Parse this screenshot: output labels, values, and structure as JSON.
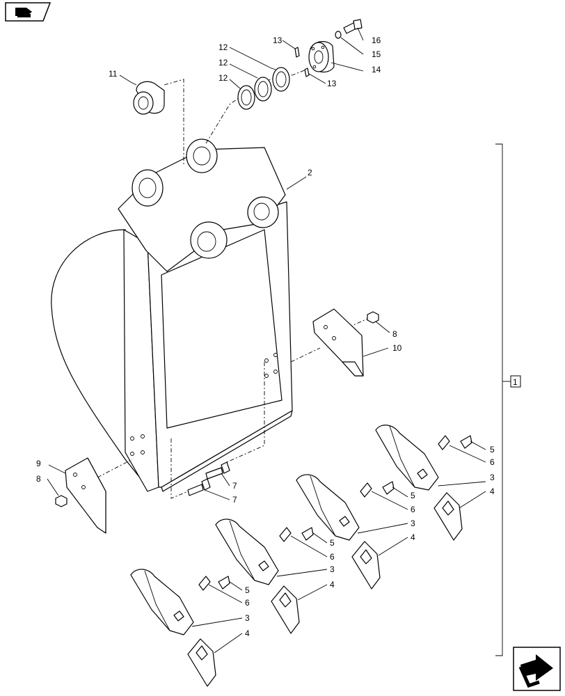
{
  "callouts": {
    "c1": "1",
    "c2": "2",
    "c3a": "3",
    "c3b": "3",
    "c3c": "3",
    "c3d": "3",
    "c4a": "4",
    "c4b": "4",
    "c4c": "4",
    "c4d": "4",
    "c5a": "5",
    "c5b": "5",
    "c5c": "5",
    "c5d": "5",
    "c6a": "6",
    "c6b": "6",
    "c6c": "6",
    "c6d": "6",
    "c7a": "7",
    "c7b": "7",
    "c8a": "8",
    "c8b": "8",
    "c9": "9",
    "c10": "10",
    "c11": "11",
    "c12a": "12",
    "c12b": "12",
    "c12c": "12",
    "c13a": "13",
    "c13b": "13",
    "c14": "14",
    "c15": "15",
    "c16": "16"
  },
  "icons": {
    "top_left": "book-icon",
    "bottom_right": "next-page-arrow-icon"
  },
  "colors": {
    "line": "#000000",
    "background": "#ffffff"
  }
}
